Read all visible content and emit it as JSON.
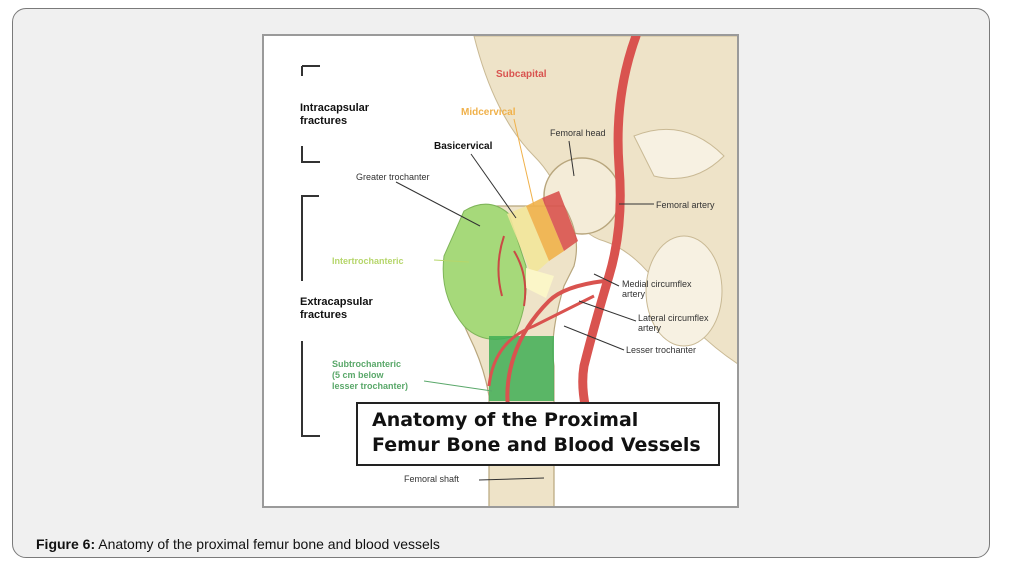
{
  "figure": {
    "title_line1": "Anatomy of the Proximal",
    "title_line2": "Femur Bone and Blood Vessels",
    "labels": {
      "subcapital": "Subcapital",
      "midcervical": "Midcervical",
      "basicervical": "Basicervical",
      "femoral_head": "Femoral head",
      "greater_trochanter": "Greater trochanter",
      "femoral_artery": "Femoral artery",
      "intertrochanteric": "Intertrochanteric",
      "medial_circumflex_1": "Medial circumflex",
      "medial_circumflex_2": "artery",
      "lateral_circumflex_1": "Lateral circumflex",
      "lateral_circumflex_2": "artery",
      "lesser_trochanter": "Lesser trochanter",
      "subtrochanteric_1": "Subtrochanteric",
      "subtrochanteric_2": "(5 cm below",
      "subtrochanteric_3": "lesser trochanter)",
      "femoral_shaft": "Femoral shaft",
      "intracapsular": "Intracapsular fractures",
      "extracapsular": "Extracapsular fractures"
    },
    "colors": {
      "bone": "#eee3c8",
      "greater_trochanter": "#a6d97a",
      "subtrochanteric": "#3fae55",
      "artery": "#d9534f",
      "subcapital": "#d9534f",
      "midcervical": "#f0b14a",
      "intertrochanteric": "#b6d66b",
      "subtrochanteric_text": "#5aa86a"
    }
  },
  "caption": {
    "prefix": "Figure 6:",
    "text": " Anatomy of the proximal femur bone and blood vessels"
  }
}
